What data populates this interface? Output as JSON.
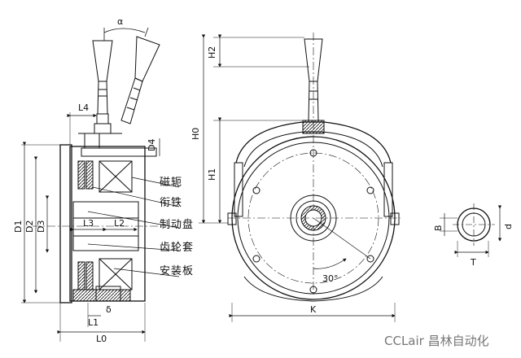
{
  "side_view": {
    "angle_label": "α",
    "dims": {
      "L4": "L4",
      "D4": "D4",
      "D1": "D1",
      "D2": "D2",
      "D3": "D3",
      "L3": "L3",
      "L2": "L2",
      "L1": "L1",
      "L0": "L0",
      "delta": "δ"
    },
    "callouts": [
      "磁轭",
      "衔铁",
      "制动盘",
      "齿轮套",
      "安装板"
    ]
  },
  "front_view": {
    "dims": {
      "H2": "H2",
      "H0": "H0",
      "H1": "H1",
      "K": "K",
      "angle": "30°"
    }
  },
  "hub_detail": {
    "dims": {
      "B": "B",
      "d": "d",
      "T": "T"
    }
  },
  "watermark": "CCLair 昌林自动化"
}
